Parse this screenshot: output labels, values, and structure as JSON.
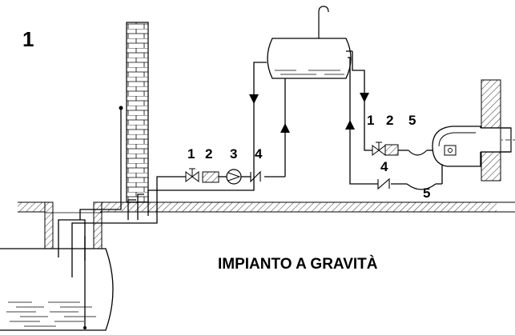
{
  "figure_number": "1",
  "title": "IMPIANTO A GRAVITÀ",
  "left_components": [
    "1",
    "2",
    "3",
    "4"
  ],
  "right_components": [
    "1",
    "2",
    "5"
  ],
  "return_components": [
    "4",
    "5"
  ]
}
